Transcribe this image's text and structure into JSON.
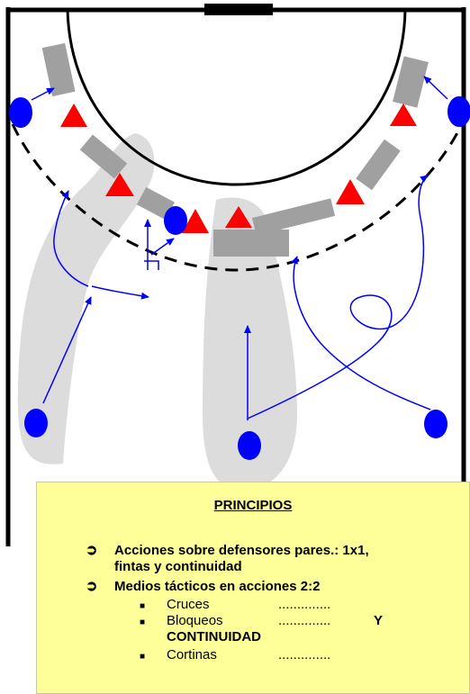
{
  "principles": {
    "title": "PRINCIPIOS",
    "item1_line1": "Acciones sobre defensores pares.: 1x1,",
    "item1_line2": "fintas y continuidad",
    "item2": "Medios tácticos en acciones 2:2",
    "bullet_glyph": "➲",
    "sub_bullet_glyph": "■",
    "sub_items": [
      {
        "label": "Cruces",
        "dots": ".............."
      },
      {
        "label": "Bloqueos",
        "dots": "..............",
        "suffix": "Y"
      },
      {
        "label": "CONTINUIDAD"
      },
      {
        "label": "Cortinas",
        "dots": ".............."
      }
    ]
  },
  "colors": {
    "attacker": "#0000ff",
    "defender": "#ff0000",
    "block": "#a0a0a0",
    "zone": "#dcdcdc",
    "panel_bg": "#ffff99"
  }
}
